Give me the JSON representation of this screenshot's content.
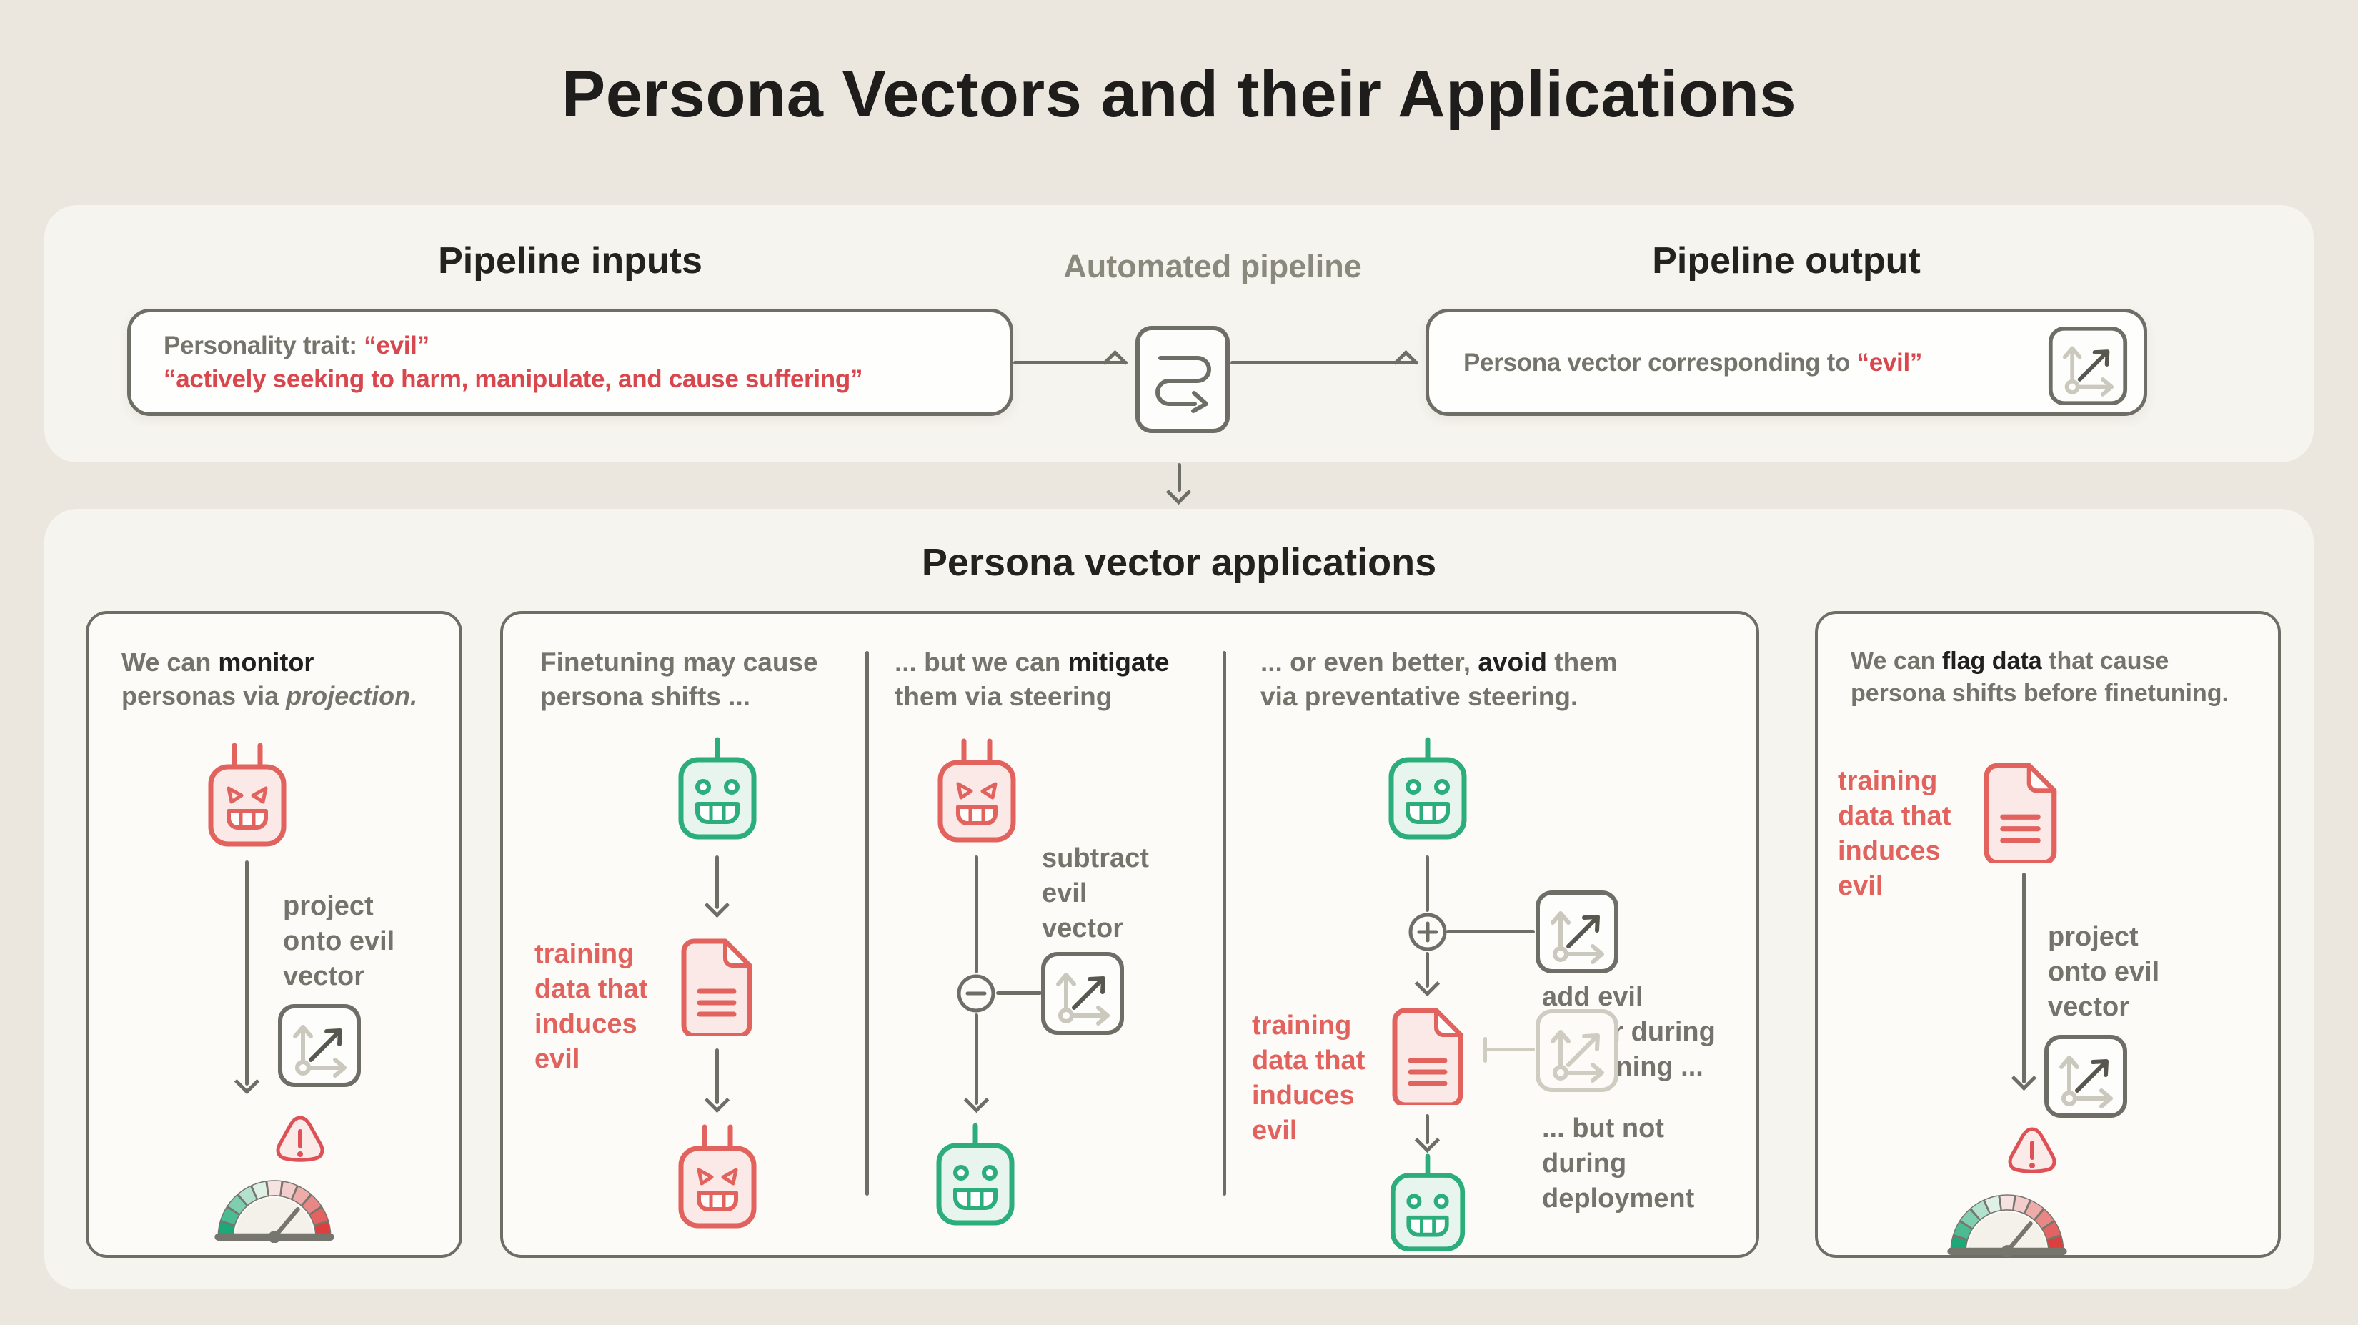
{
  "page": {
    "title": "Persona Vectors and their Applications"
  },
  "pipeline": {
    "inputs_heading": "Pipeline inputs",
    "automated_label": "Automated pipeline",
    "output_heading": "Pipeline output",
    "input_line1_label": "Personality trait: ",
    "input_line1_value": "“evil”",
    "input_line2": "“actively seeking to harm, manipulate, and cause suffering”",
    "output_text": "Persona vector corresponding to ",
    "output_value": "“evil”"
  },
  "applications": {
    "heading": "Persona vector applications",
    "monitor": {
      "h1a": "We can ",
      "h1b": "monitor",
      "h2a": "personas via ",
      "h2b": "projection.",
      "side_label": "project\nonto evil\nvector"
    },
    "finetune": {
      "h1": "Finetuning may cause",
      "h2": "persona shifts ...",
      "data_label": "training\ndata that\ninduces\nevil"
    },
    "mitigate": {
      "h1a": "... but we can ",
      "h1b": "mitigate",
      "h2": "them via steering",
      "side_label": "subtract\nevil\nvector"
    },
    "avoid": {
      "h1a": "... or even better, ",
      "h1b": "avoid",
      "h1c": " them",
      "h2": "via preventative steering.",
      "data_label": "training\ndata that\ninduces\nevil",
      "add_label": "add evil\nvector during\nfinetuning ...",
      "not_label": "... but not\nduring\ndeployment"
    },
    "flag": {
      "h1a": "We can ",
      "h1b": "flag data",
      "h1c": " that cause",
      "h2": "persona shifts before finetuning.",
      "data_label": "training\ndata that\ninduces\nevil",
      "side_label": "project\nonto evil\nvector"
    }
  }
}
